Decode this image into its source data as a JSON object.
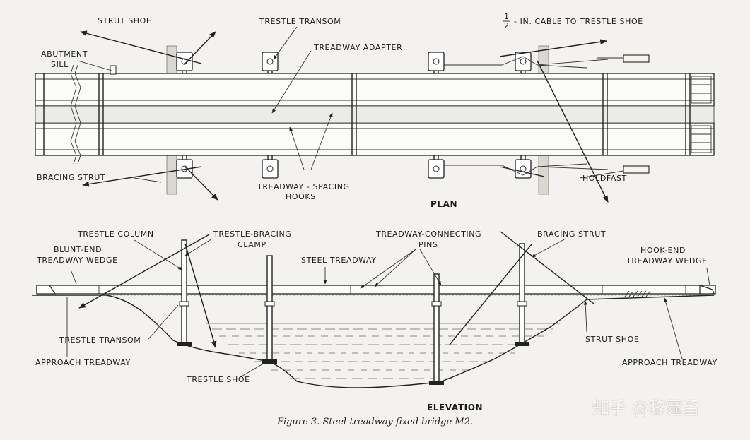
{
  "plan": {
    "view_title": "PLAN",
    "labels": {
      "strut_shoe": "STRUT SHOE",
      "trestle_transom": "TRESTLE TRANSOM",
      "cable_fraction_num": "1",
      "cable_fraction_den": "2",
      "cable": "- IN. CABLE TO TRESTLE SHOE",
      "abutment": "ABUTMENT",
      "sill": "SILL",
      "treadway_adapter": "TREADWAY ADAPTER",
      "bracing_strut": "BRACING STRUT",
      "spacing_hooks_1": "TREADWAY - SPACING",
      "spacing_hooks_2": "HOOKS",
      "holdfast": "HOLDFAST"
    }
  },
  "elevation": {
    "view_title": "ELEVATION",
    "labels": {
      "trestle_column": "TRESTLE COLUMN",
      "bracing_clamp_1": "TRESTLE-BRACING",
      "bracing_clamp_2": "CLAMP",
      "connecting_pins_1": "TREADWAY-CONNECTING",
      "connecting_pins_2": "PINS",
      "bracing_strut": "BRACING STRUT",
      "blunt_end_1": "BLUNT-END",
      "blunt_end_2": "TREADWAY WEDGE",
      "steel_treadway": "STEEL TREADWAY",
      "hook_end_1": "HOOK-END",
      "hook_end_2": "TREADWAY WEDGE",
      "trestle_transom": "TRESTLE TRANSOM",
      "approach_left": "APPROACH TREADWAY",
      "strut_shoe": "STRUT SHOE",
      "approach_right": "APPROACH TREADWAY",
      "trestle_shoe": "TRESTLE SHOE"
    }
  },
  "caption": "Figure 3. Steel-treadway fixed bridge M2.",
  "watermark": "知乎 @黎霆留"
}
